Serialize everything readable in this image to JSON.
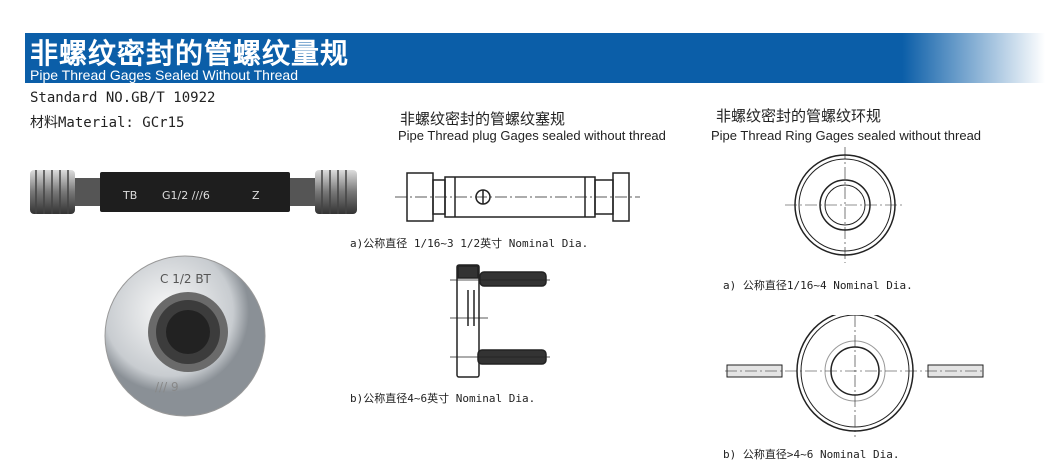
{
  "header": {
    "title": "非螺纹密封的管螺纹量规",
    "subtitle": "Pipe Thread Gages Sealed Without Thread"
  },
  "info": {
    "standard": "Standard  NO.GB/T 10922",
    "material": "材料Material: GCr15"
  },
  "photos": {
    "plug_marking": [
      "TB",
      "G1/2 ///6",
      "Z"
    ],
    "ring_marking": "C 1/2 BT",
    "ring_marking2": "/// 9"
  },
  "plug": {
    "title_cn": "非螺纹密封的管螺纹塞规",
    "title_en": "Pipe Thread plug Gages sealed without thread",
    "caption_a": "a)公称直径  1/16~3 1/2英寸    Nominal Dia.",
    "caption_b": "b)公称直径4~6英寸     Nominal Dia."
  },
  "ring": {
    "title_cn": "非螺纹密封的管螺纹环规",
    "title_en": "Pipe Thread Ring Gages sealed without thread",
    "caption_a": "a) 公称直径1/16~4   Nominal Dia.",
    "caption_b": "b) 公称直径>4~6  Nominal Dia."
  }
}
